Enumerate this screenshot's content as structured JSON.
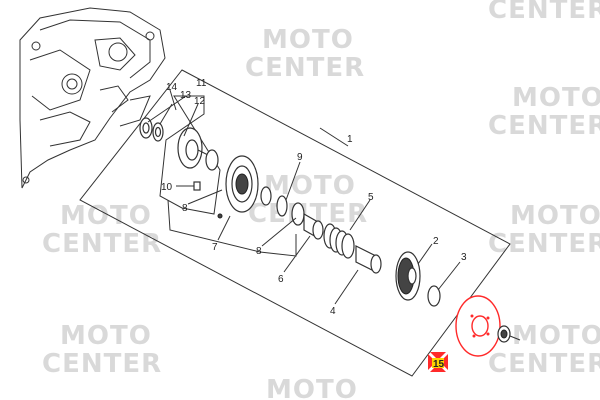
{
  "watermark": {
    "line1": "MOTO",
    "line2": "CENTER",
    "color": "#d9d9d9"
  },
  "callouts": {
    "c1": "1",
    "c2": "2",
    "c3": "3",
    "c4": "4",
    "c5": "5",
    "c6": "6",
    "c7": "7",
    "c8a": "8",
    "c8b": "8",
    "c9": "9",
    "c10": "10",
    "c11": "11",
    "c12": "12",
    "c13": "13",
    "c14": "14",
    "c15": "15"
  },
  "colors": {
    "highlight": "#ff2a2a",
    "lines": "#333333"
  },
  "icons": {
    "selected_marker": "red-cross-marker-icon"
  }
}
